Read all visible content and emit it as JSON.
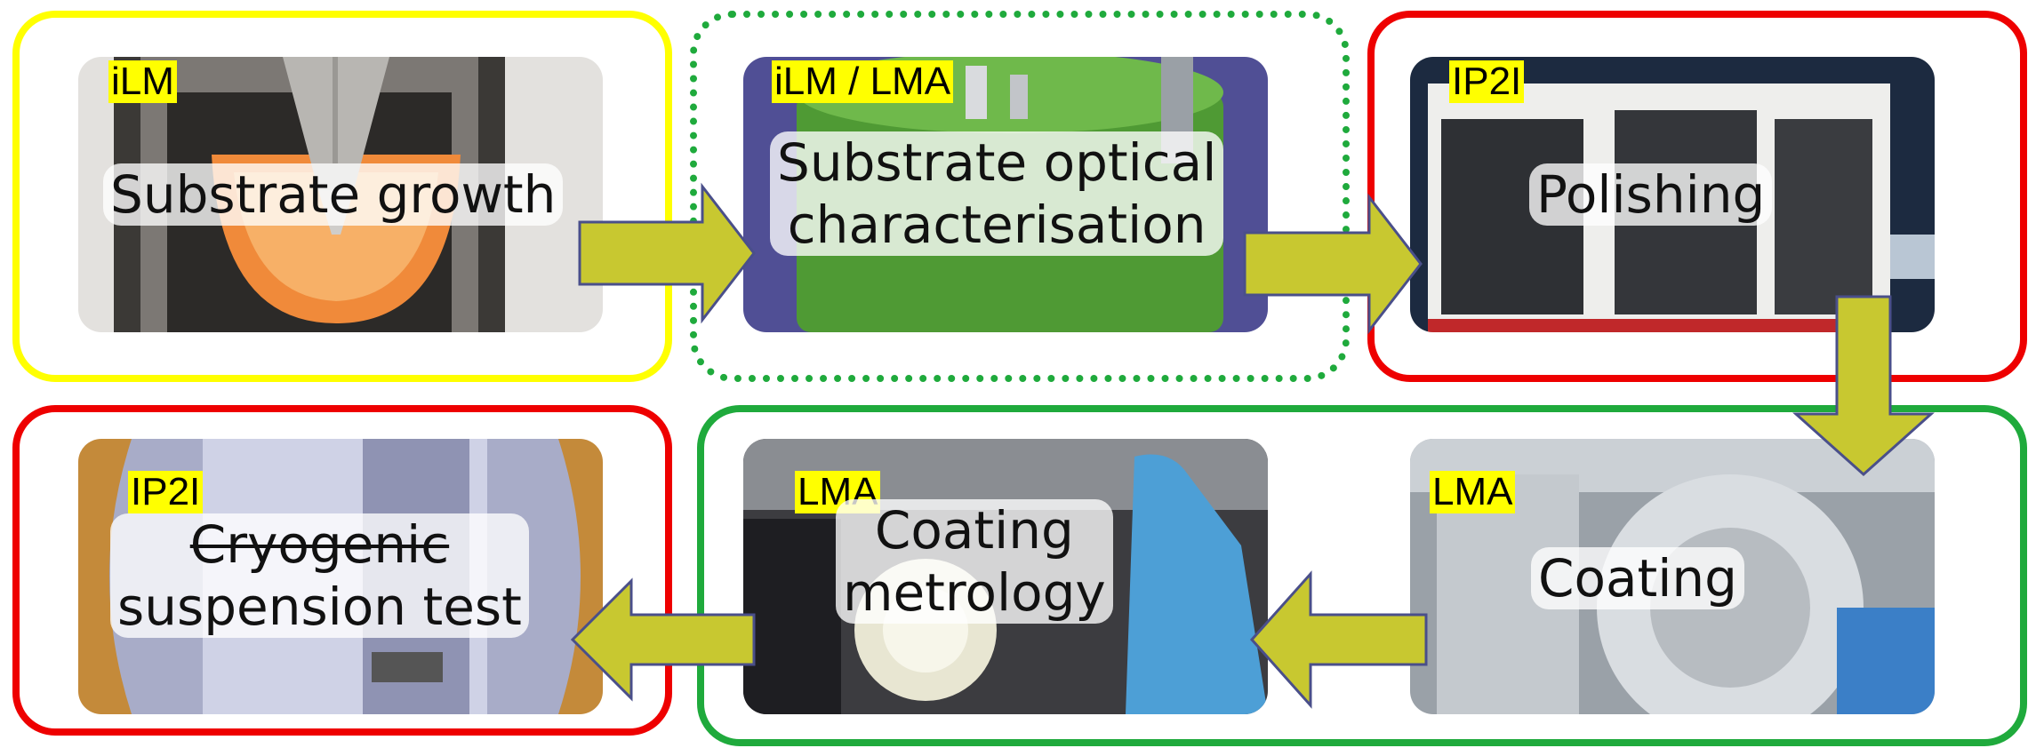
{
  "steps": [
    {
      "lab": "iLM",
      "caption": [
        "Substrate growth"
      ]
    },
    {
      "lab": "iLM / LMA",
      "caption": [
        "Substrate optical",
        "characterisation"
      ]
    },
    {
      "lab": "IP2I",
      "caption": [
        "Polishing"
      ]
    },
    {
      "lab": "LMA",
      "caption": [
        "Coating"
      ]
    },
    {
      "lab": "LMA",
      "caption": [
        "Coating",
        "metrology"
      ]
    },
    {
      "lab": "IP2I",
      "caption": [
        "Cryogenic",
        "suspension test"
      ]
    }
  ],
  "colors": {
    "frame_yellow": "#ffff00",
    "frame_green_dotted": "#1faa3c",
    "frame_red": "#ee0000",
    "frame_green": "#1faa3c",
    "arrow_fill": "#c8c830",
    "arrow_stroke": "#4a4f8a",
    "tag_bg": "#ffff00"
  }
}
